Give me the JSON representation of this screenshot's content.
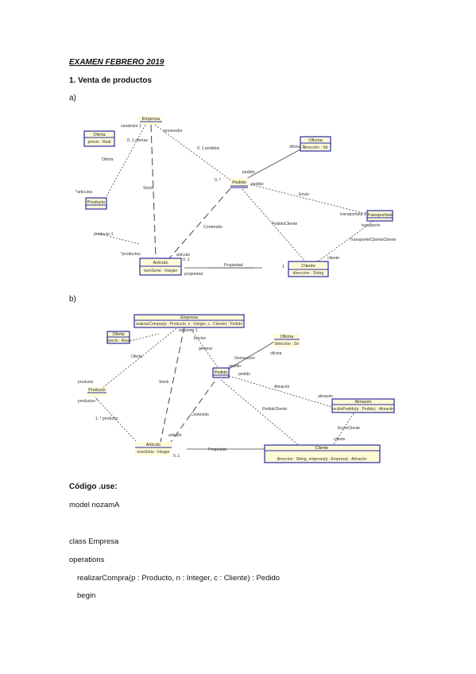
{
  "doc": {
    "title": "EXAMEN FEBRERO 2019",
    "section": "1. Venta de productos",
    "part_a": "a)",
    "part_b": "b)",
    "code_heading": "Código .use:",
    "code_lines": [
      "model nozamA",
      "class Empresa",
      "operations",
      "realizarCompra(p : Producto, n : Integer, c : Cliente) : Pedido",
      "begin"
    ]
  },
  "diagram_a": {
    "classes": {
      "empresa": "Empresa",
      "oferta": "Oferta",
      "oferta_attr": "precio : Real",
      "producto": "Producto",
      "articulo": "Artículo",
      "articulo_attr": "numSerie : Integer",
      "pedido": "Pedido",
      "oficina": "Oficina",
      "oficina_attr": "dirección : Str",
      "transportista": "Transportista",
      "cliente": "Cliente",
      "cliente_attr": "direccion : String"
    },
    "labels": {
      "empresa_mult": "vendedor 1",
      "empresa_prov": "proveedor",
      "oferta_lbl": "Oferta",
      "articulos": "*articulos",
      "ofertas": "0..1 ofertas",
      "stock": "Stock",
      "contenido": "Contenido",
      "pedido_role": "pedido",
      "pedido_role2": "pedido",
      "pedidos": "0..1 pedidos",
      "oficina_role": "oficina 1",
      "oficina_mult": "0..*",
      "envio": "Envio",
      "transportista_role": "transportista 1",
      "transporte": "transporte",
      "transporte_cliente": "Transporte/ClienteCliente",
      "pedido_cliente": "PedidoCliente",
      "cliente_role": "cliente",
      "cliente_mult": "1",
      "propiedad": "Propiedad",
      "propiedad_role": "propiedad",
      "articulo_mult": "0..1",
      "producto_role": "producto 1",
      "producto_mult": "*productos",
      "articulo_role": "artículo"
    }
  },
  "diagram_b": {
    "classes": {
      "empresa": "Empresa",
      "empresa_attr": "realizarCompra(p : Producto, n : Integer, c : Cliente) : Pedido",
      "oferta": "Oferta",
      "oferta_attr": "precio : Real",
      "producto": "Producto",
      "articulo": "Artículo",
      "articulo_attr": "numSerie : Integer",
      "pedido": "Pedido",
      "oficina": "Oficina",
      "oficina_attr": "dirección : Str",
      "almacen": "Almacén",
      "almacen_attr": "recibirPedido(p : Pedido) : Almacén",
      "cliente": "Cliente",
      "cliente_attr": "direccion : String, empresa(p : Empresa) : Almacén"
    },
    "labels": {
      "producto_role": "producto",
      "producto_mult": "productos *",
      "producto_mult2": "1..* producto",
      "oferta_lbl": "Oferta",
      "empresa_1": "empresa 1",
      "envios": "Envios",
      "stock": "Stock",
      "contenido": "Contenido",
      "pedido": "pedido",
      "pedido_role": "pedido",
      "oficina_role": "oficina",
      "almacen_lbl": "Almacén",
      "almacen_role": "almacén",
      "pedidos_clientes": "PedidoCliente",
      "envio_cliente": "EnvioCliente",
      "cliente_role": "cliente",
      "propiedad": "Propiedad",
      "articulo_role": "artículo",
      "articulo_mult": "0..1",
      "generacion": "Generacion",
      "generar": "generar"
    }
  }
}
